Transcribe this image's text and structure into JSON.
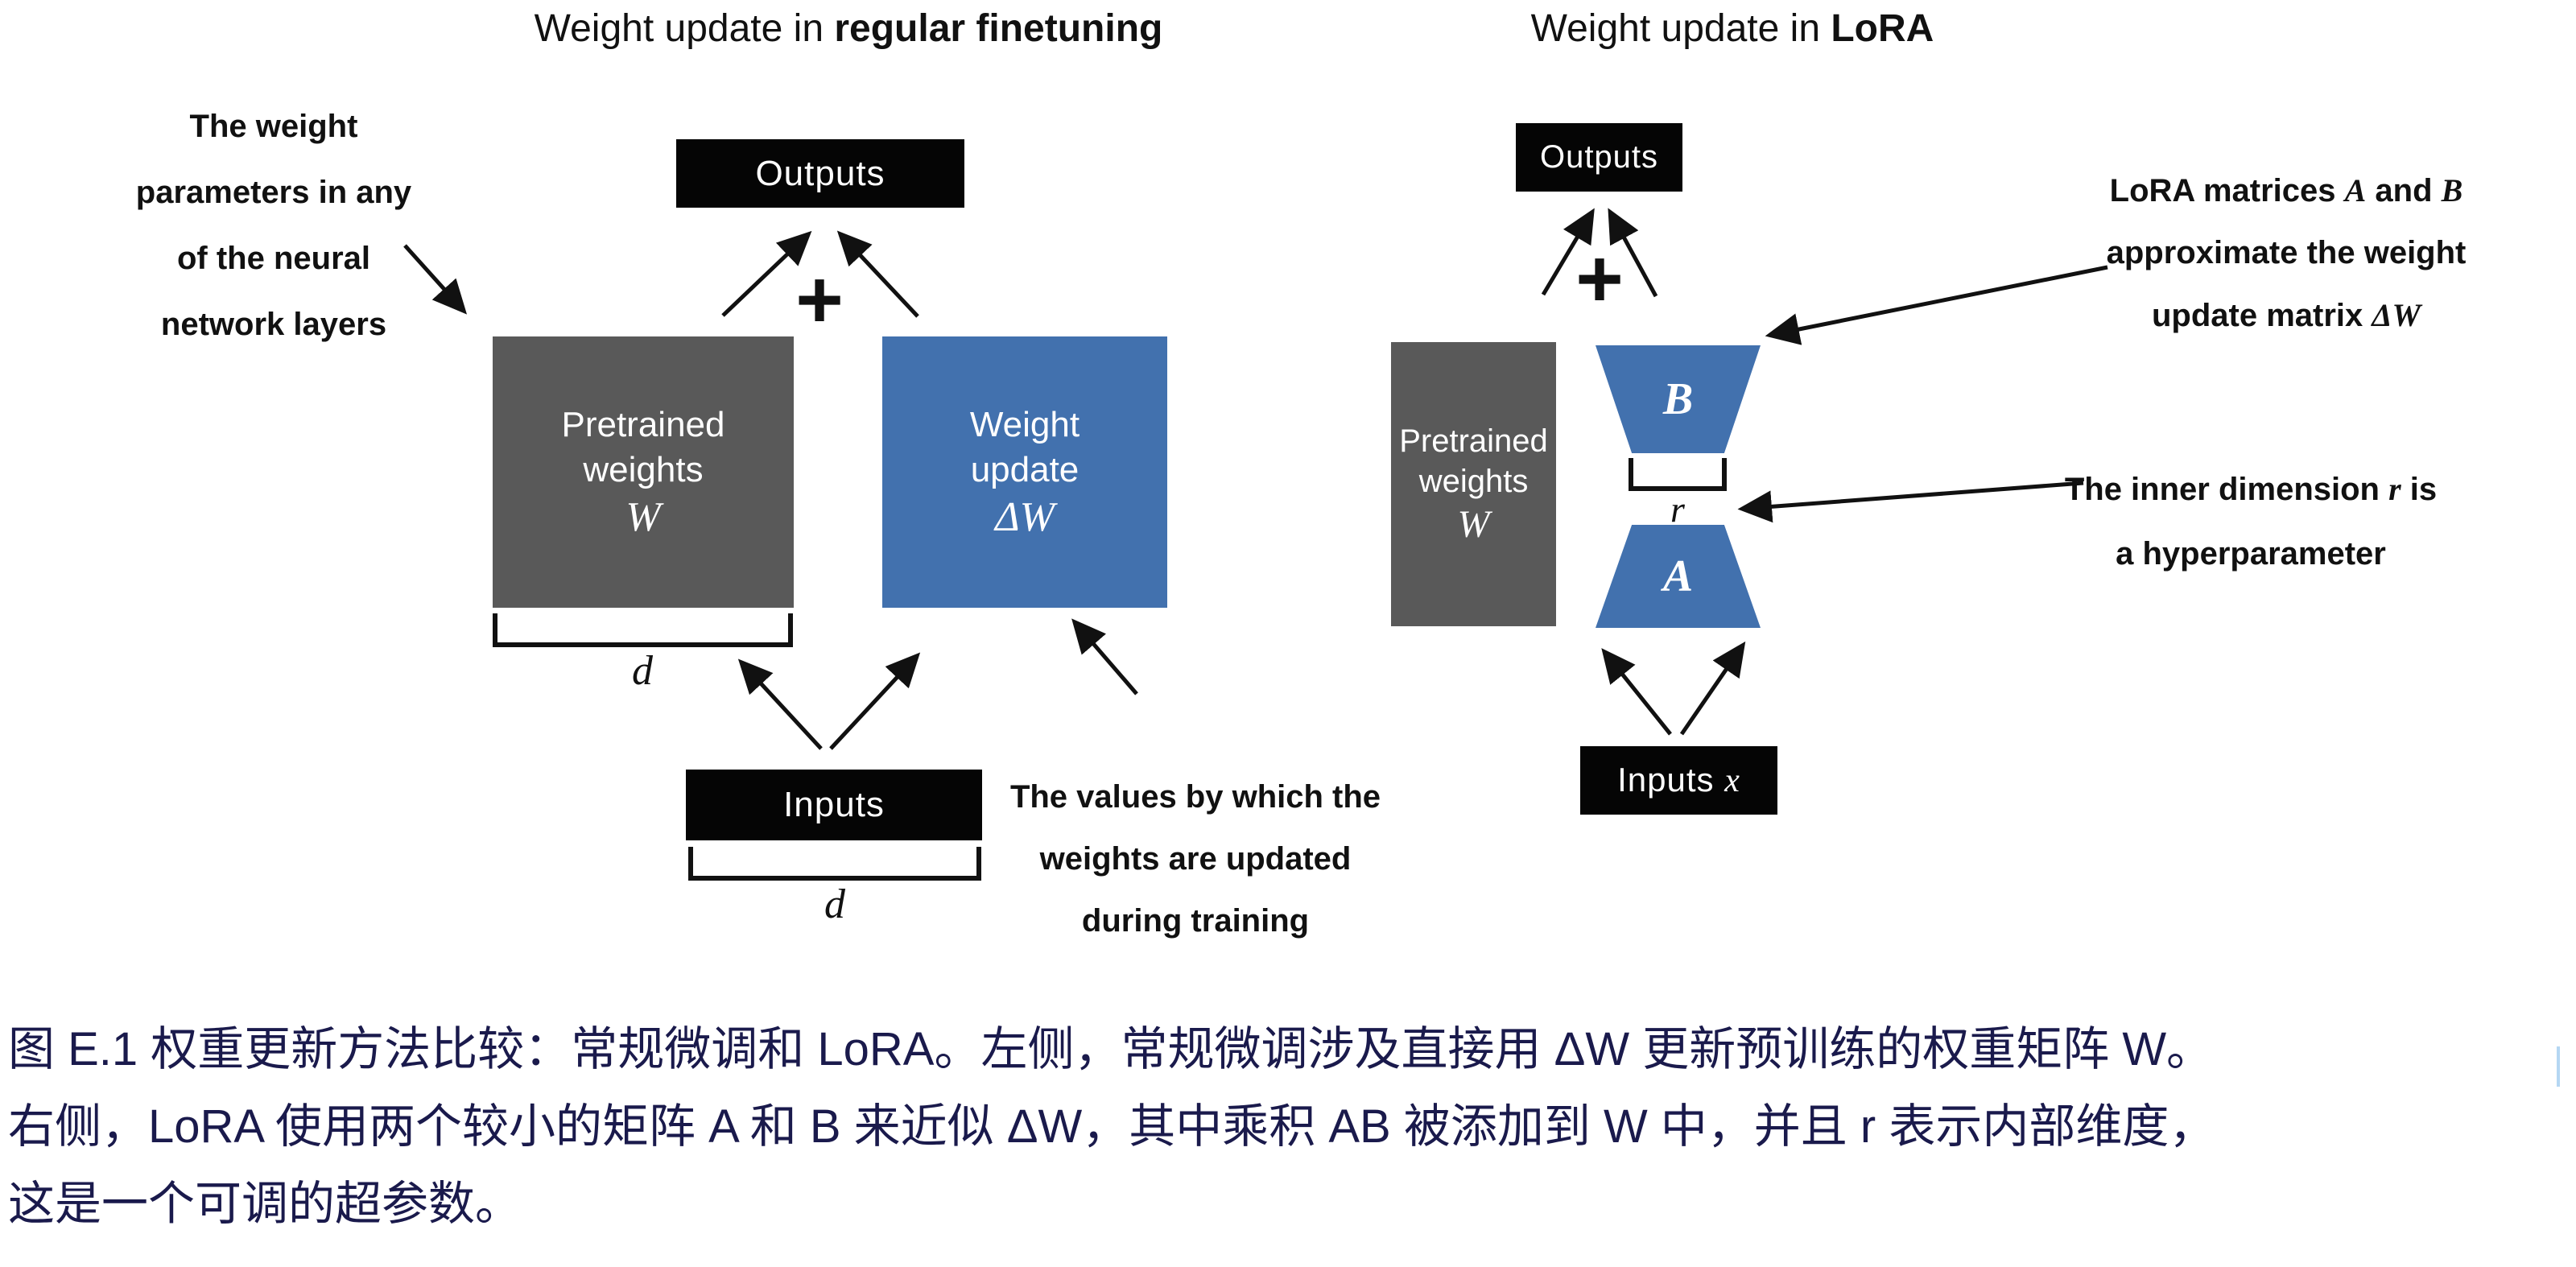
{
  "colors": {
    "pretrained_box_gray": "#595959",
    "lora_blue": "#4271ae",
    "io_box_black": "#050505",
    "arrow_black": "#111111",
    "caption_navy": "#1a1a4c",
    "cursor_artifact_blue": "#b5d7f3",
    "box_text_white": "#ffffff"
  },
  "left_panel": {
    "title_prefix": "Weight update in ",
    "title_emphasis": "regular finetuning",
    "weights_annotation_lines": [
      "The weight",
      "parameters in any",
      "of the neural",
      "network layers"
    ],
    "outputs_label": "Outputs",
    "plus_sign": "+",
    "pretrained_box": {
      "line1": "Pretrained",
      "line2": "weights",
      "math": "W"
    },
    "update_box": {
      "line1": "Weight",
      "line2": "update",
      "math": "ΔW"
    },
    "width_label_weights": "d",
    "inputs_label": "Inputs",
    "width_label_inputs": "d",
    "values_annotation_lines": [
      "The values by which the",
      "weights are updated",
      "during training"
    ]
  },
  "right_panel": {
    "title_prefix": "Weight update in ",
    "title_emphasis": "LoRA",
    "outputs_label": "Outputs",
    "plus_sign": "+",
    "pretrained_box": {
      "line1": "Pretrained",
      "line2": "weights",
      "math": "W"
    },
    "matrix_b_label": "B",
    "rank_label": "r",
    "matrix_a_label": "A",
    "inputs_label": "Inputs ",
    "inputs_math": "x",
    "lora_annotation_segments": [
      [
        {
          "t": "LoRA matrices "
        },
        {
          "t": "A",
          "m": true
        },
        {
          "t": " and "
        },
        {
          "t": "B",
          "m": true
        }
      ],
      [
        {
          "t": "approximate the weight"
        }
      ],
      [
        {
          "t": "update matrix "
        },
        {
          "t": "ΔW",
          "m": true
        }
      ]
    ],
    "rank_annotation_segments": [
      [
        {
          "t": "The inner dimension "
        },
        {
          "t": "r",
          "m": true
        },
        {
          "t": " is"
        }
      ],
      [
        {
          "t": "a hyperparameter"
        }
      ]
    ]
  },
  "caption": {
    "lines": [
      "图 E.1 权重更新方法比较：常规微调和 LoRA。左侧，常规微调涉及直接用 ΔW 更新预训练的权重矩阵 W。",
      "右侧，LoRA 使用两个较小的矩阵 A 和 B 来近似 ΔW，其中乘积 AB 被添加到 W 中，并且 r 表示内部维度，",
      "这是一个可调的超参数。"
    ]
  }
}
